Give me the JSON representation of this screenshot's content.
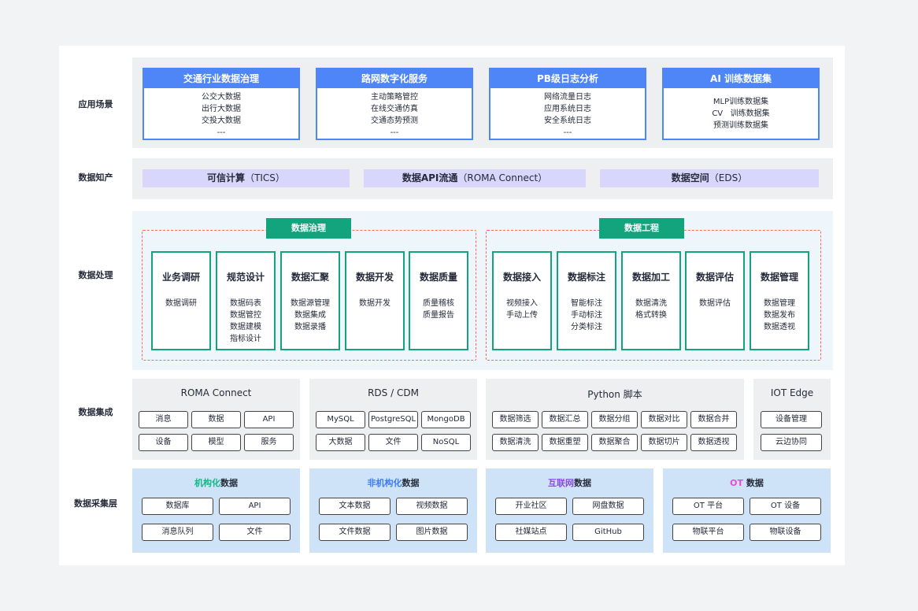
{
  "rows": {
    "apps": "应用场景",
    "knowledge": "数据知产",
    "processing": "数据处理",
    "integration": "数据集成",
    "collection": "数据采集层"
  },
  "apps": [
    {
      "title": "交通行业数据治理",
      "items": [
        "公交大数据",
        "出行大数据",
        "交投大数据",
        "---"
      ]
    },
    {
      "title": "路网数字化服务",
      "items": [
        "主动策略管控",
        "在线交通仿真",
        "交通态势预测",
        "---"
      ]
    },
    {
      "title": "PB级日志分析",
      "items": [
        "网络流量日志",
        "应用系统日志",
        "安全系统日志",
        "---"
      ]
    },
    {
      "title": "AI 训练数据集",
      "items": [
        "MLP训练数据集",
        "CV   训练数据集",
        "预测训练数据集"
      ]
    }
  ],
  "knowledge": [
    {
      "main": "可信计算",
      "sub": "（TICS）"
    },
    {
      "main": "数据API流通",
      "sub": "（ROMA Connect）"
    },
    {
      "main": "数据空间",
      "sub": "（EDS）"
    }
  ],
  "governance": {
    "title": "数据治理",
    "modules": [
      {
        "title": "业务调研",
        "items": [
          "数据调研"
        ]
      },
      {
        "title": "规范设计",
        "items": [
          "数据码表",
          "数据管控",
          "数据建模",
          "指标设计"
        ]
      },
      {
        "title": "数据汇聚",
        "items": [
          "数据源管理",
          "数据集成",
          "数据录播"
        ]
      },
      {
        "title": "数据开发",
        "items": [
          "数据开发"
        ]
      },
      {
        "title": "数据质量",
        "items": [
          "质量稽核",
          "质量报告"
        ]
      }
    ]
  },
  "engineering": {
    "title": "数据工程",
    "modules": [
      {
        "title": "数据接入",
        "items": [
          "视频接入",
          "手动上传"
        ]
      },
      {
        "title": "数据标注",
        "items": [
          "智能标注",
          "手动标注",
          "分类标注"
        ]
      },
      {
        "title": "数据加工",
        "items": [
          "数据清洗",
          "格式转换"
        ]
      },
      {
        "title": "数据评估",
        "items": [
          "数据评估"
        ]
      },
      {
        "title": "数据管理",
        "items": [
          "数据管理",
          "数据发布",
          "数据透视"
        ]
      }
    ]
  },
  "integration": [
    {
      "title": "ROMA Connect",
      "chips": [
        "消息",
        "数据",
        "API",
        "设备",
        "模型",
        "服务"
      ]
    },
    {
      "title": "RDS / CDM",
      "chips": [
        "MySQL",
        "PostgreSQL",
        "MongoDB",
        "大数据",
        "文件",
        "NoSQL"
      ]
    },
    {
      "title": "Python 脚本",
      "chips": [
        "数据筛选",
        "数据汇总",
        "数据分组",
        "数据对比",
        "数据合并",
        "数据清洗",
        "数据重塑",
        "数据聚合",
        "数据切片",
        "数据透视"
      ]
    },
    {
      "title": "IOT Edge",
      "chips": [
        "设备管理",
        "云边协同"
      ]
    }
  ],
  "collection": [
    {
      "highlight": "机构化",
      "suffix": "数据",
      "color": "#12b886",
      "chips": [
        "数据库",
        "API",
        "消息队列",
        "文件"
      ]
    },
    {
      "highlight": "非机构化",
      "suffix": "数据",
      "color": "#3b7cf6",
      "chips": [
        "文本数据",
        "视频数据",
        "文件数据",
        "图片数据"
      ]
    },
    {
      "highlight": "互联网",
      "suffix": "数据",
      "color": "#8a4be8",
      "chips": [
        "开业社区",
        "网盘数据",
        "社媒站点",
        "GitHub"
      ]
    },
    {
      "highlight": "OT",
      "suffix": " 数据",
      "color": "#e64bd0",
      "chips": [
        "OT 平台",
        "OT 设备",
        "物联平台",
        "物联设备"
      ]
    }
  ],
  "colors": {
    "app_blue": "#4f86f7",
    "green": "#12a57d",
    "dash_red": "#ff6b5a",
    "lavender": "#d8d6fb",
    "collection_bg": "#cfe3f8"
  }
}
